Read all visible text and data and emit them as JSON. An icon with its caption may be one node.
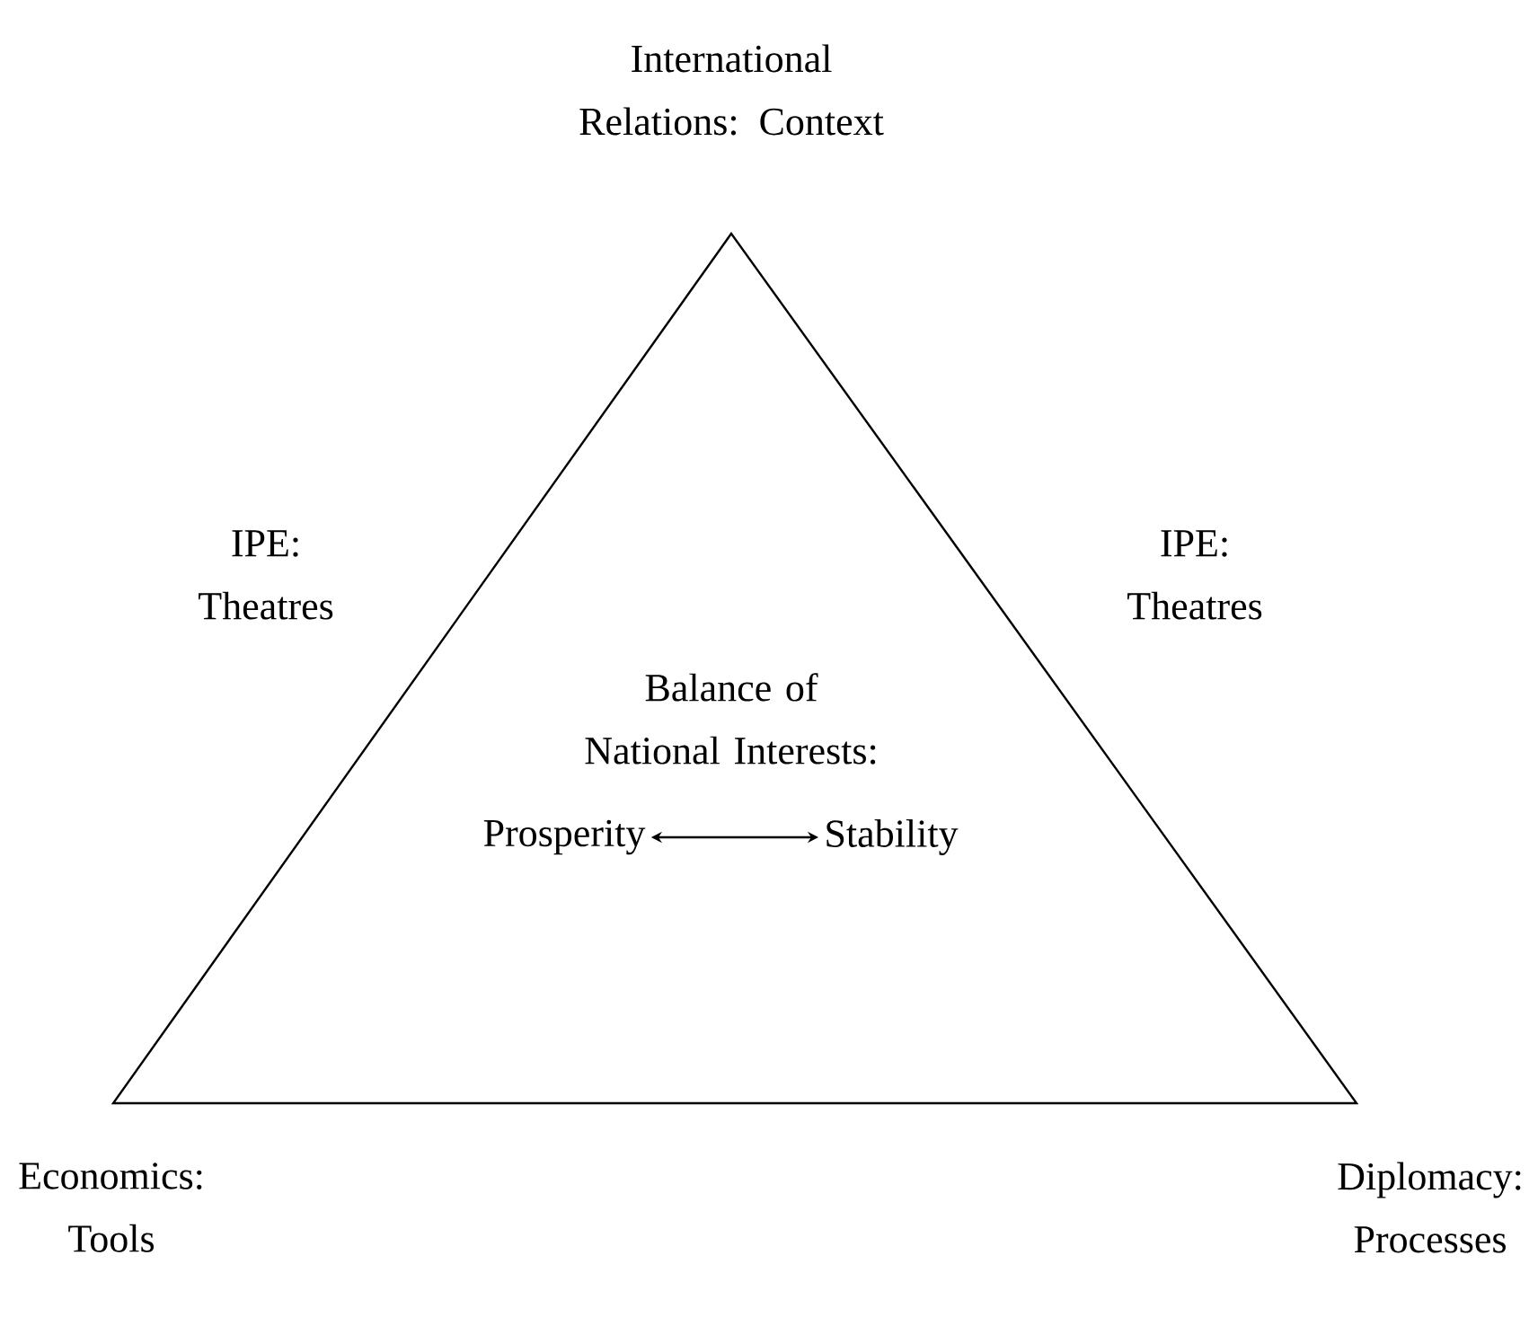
{
  "diagram": {
    "nodes": [
      {
        "text": [
          "Balance of National Interests:"
        ]
      },
      {
        "text": [
          "Prosperity"
        ],
        "in": 0
      },
      {
        "text": [
          "Stability"
        ],
        "in": 0
      }
    ],
    "edges": [
      {
        "from": 1,
        "to": 2,
        "arrow": "both"
      }
    ],
    "labels": [
      "International Relations: Context",
      "IPE: Theatres",
      "IPE: Theatres",
      "Economics: Tools",
      "Diplomacy: Processes"
    ]
  }
}
